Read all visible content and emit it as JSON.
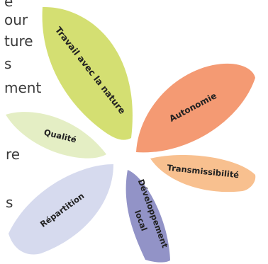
{
  "background_text": {
    "fragments": [
      "e",
      "our",
      "ture",
      "s",
      "ment",
      "re",
      "s"
    ]
  },
  "petals": [
    {
      "label": "Travail avec la nature",
      "color": "#d4df72"
    },
    {
      "label": "Autonomie",
      "color": "#f49a73"
    },
    {
      "label": "Transmissibilité",
      "color": "#f8c08f"
    },
    {
      "label": "Développement",
      "label2": "local",
      "color": "#9293c7"
    },
    {
      "label": "Répartition",
      "color": "#d6daee"
    },
    {
      "label": "Qualité",
      "color": "#e4eec4"
    }
  ]
}
